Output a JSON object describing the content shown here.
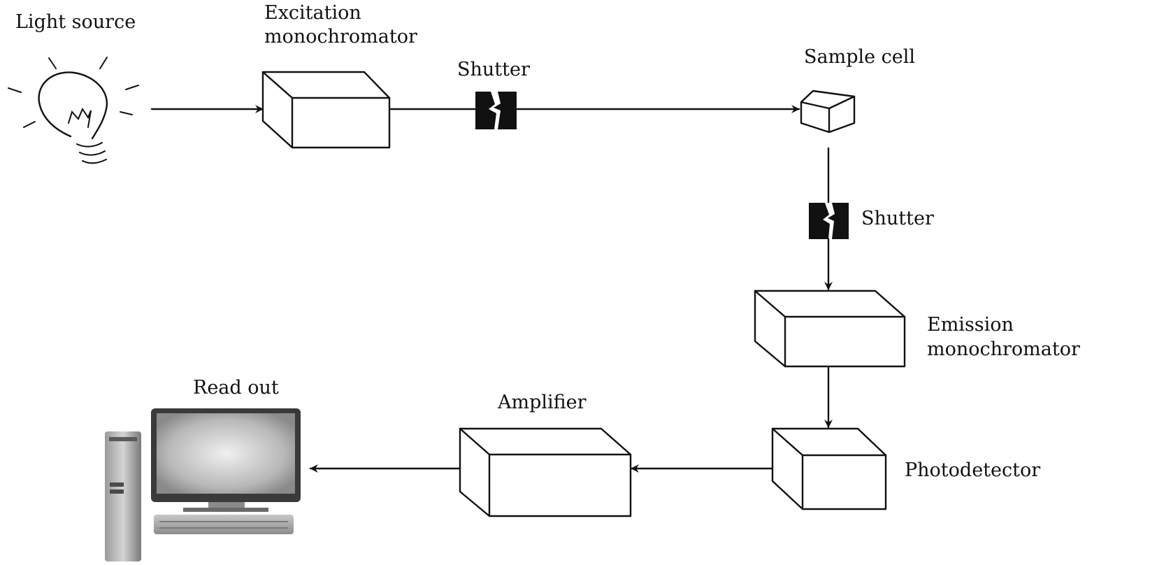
{
  "diagram": {
    "components": {
      "light_source": "Light source",
      "excitation_mono_line1": "Excitation",
      "excitation_mono_line2": "monochromator",
      "shutter_top": "Shutter",
      "sample_cell": "Sample cell",
      "shutter_right": "Shutter",
      "emission_mono_line1": "Emission",
      "emission_mono_line2": "monochromator",
      "photodetector": "Photodetector",
      "amplifier": "Amplifier",
      "read_out": "Read out"
    },
    "icons": {
      "light_source": "light-bulb-icon",
      "shutter": "shutter-icon",
      "sample_cell": "cube-icon",
      "read_out": "desktop-computer-icon"
    },
    "colors": {
      "line": "#111111",
      "background": "#ffffff"
    }
  }
}
